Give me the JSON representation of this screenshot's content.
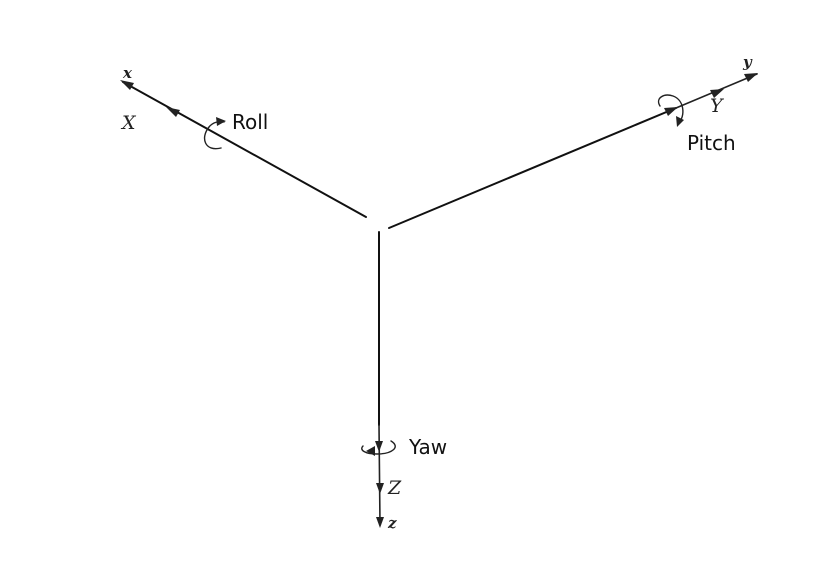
{
  "labels": {
    "roll": "Roll",
    "pitch": "Pitch",
    "yaw": "Yaw",
    "x_lower": "x",
    "x_upper": "X",
    "y_lower": "y",
    "y_upper": "Y",
    "z_lower": "z",
    "z_upper": "Z"
  },
  "colors": {
    "line": "#111111",
    "background": "#ffffff"
  }
}
